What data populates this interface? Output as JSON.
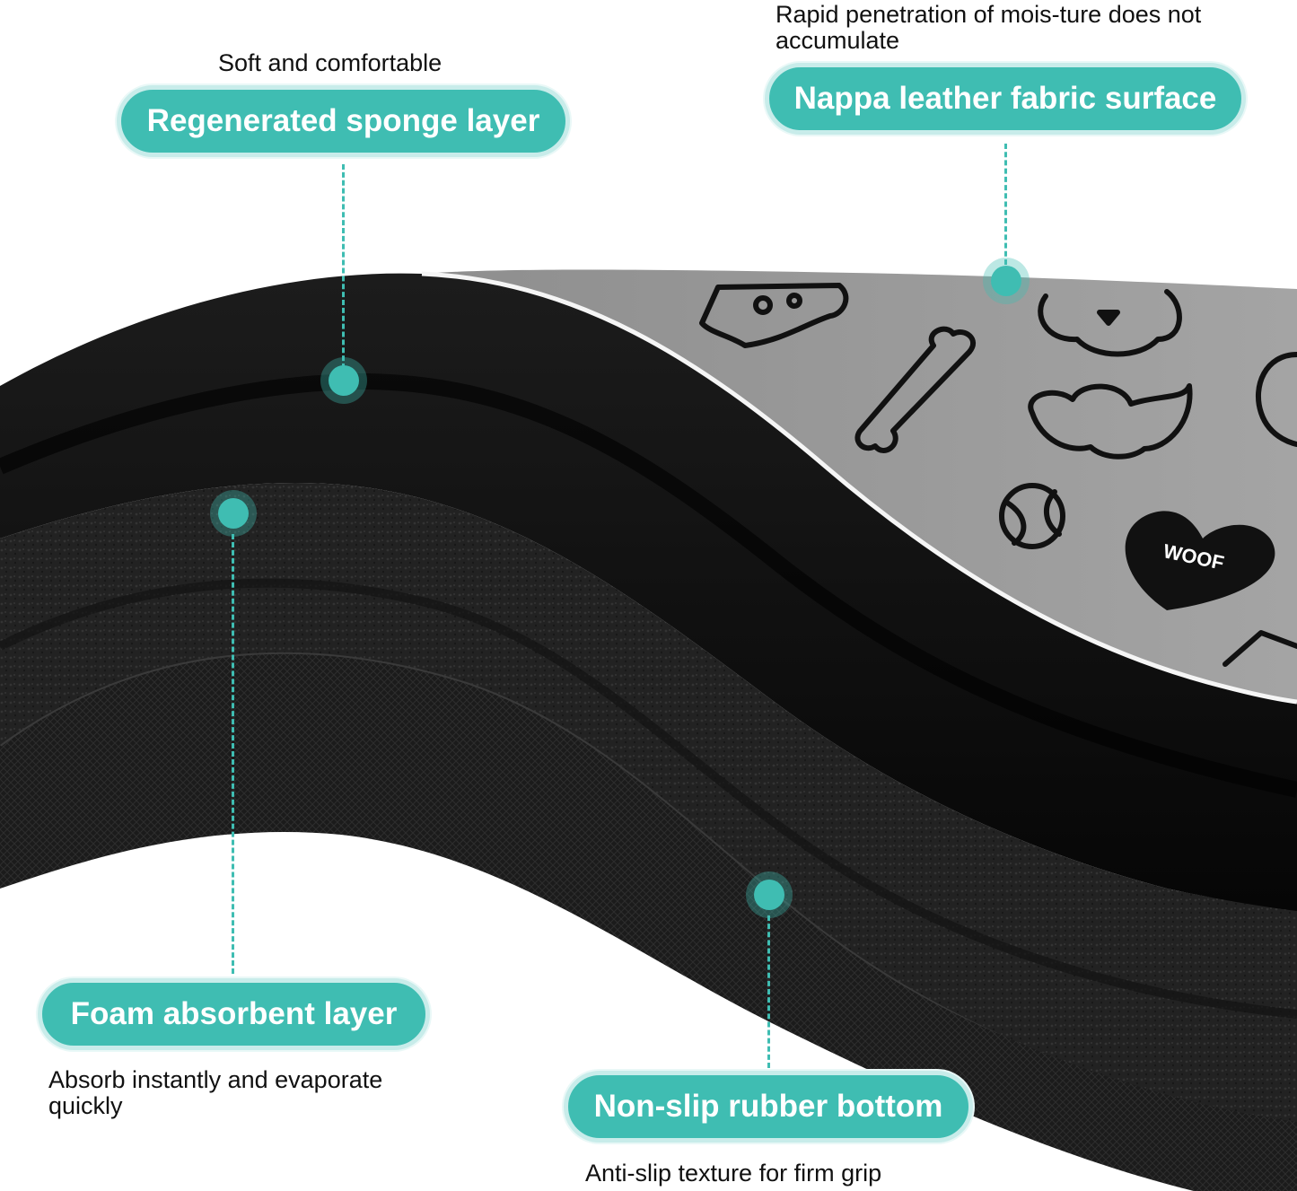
{
  "callouts": {
    "sponge": {
      "label": "Regenerated sponge layer",
      "note": "Soft and comfortable"
    },
    "nappa": {
      "label": "Nappa leather fabric surface",
      "note": "Rapid penetration of mois-ture does not accumulate"
    },
    "foam": {
      "label": "Foam absorbent layer",
      "note": "Absorb instantly and evaporate quickly"
    },
    "rubber": {
      "label": "Non-slip rubber bottom",
      "note": "Anti-slip texture for firm grip"
    }
  },
  "print": {
    "heart_text": "WOOF"
  },
  "colors": {
    "accent": "#3fbdb2",
    "accent_halo": "#c8ecea",
    "leather_surface": "#9e9e9e",
    "layer_black": "#111111"
  },
  "icons": [
    "pizza-doodle",
    "dog-face-doodle",
    "bone-doodle",
    "poop-doodle",
    "ball-doodle",
    "heart-doodle",
    "donut-doodle"
  ]
}
